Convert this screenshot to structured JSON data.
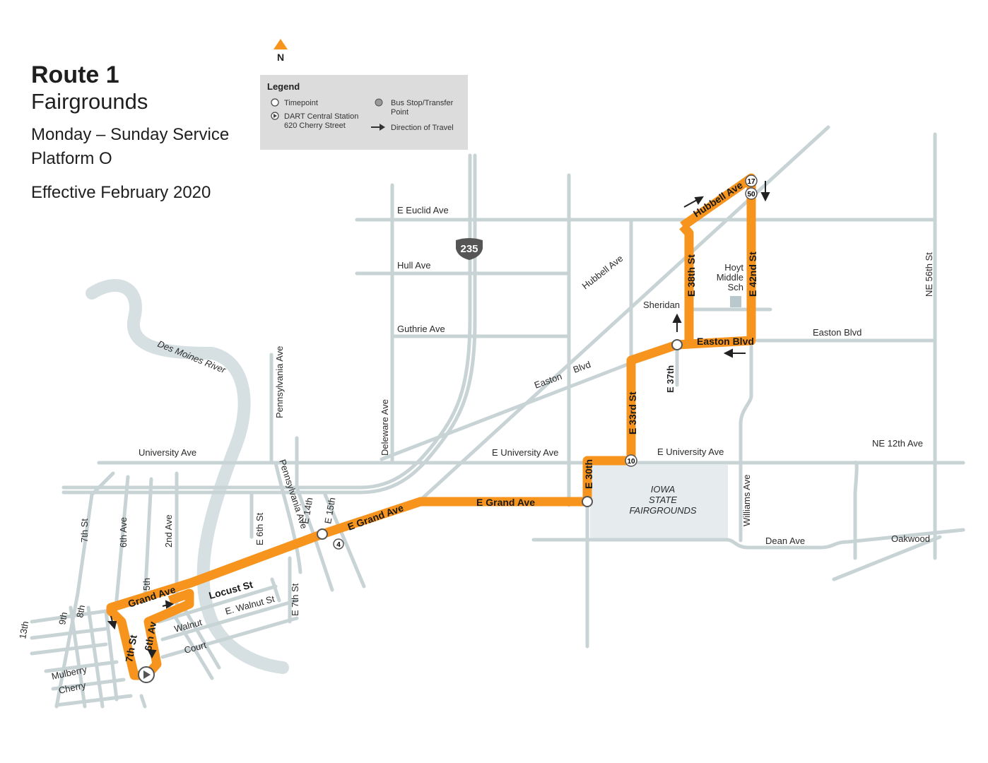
{
  "header": {
    "title": "Route 1",
    "subtitle": "Fairgrounds",
    "service": "Monday – Sunday Service",
    "platform": "Platform O",
    "effective": "Effective February 2020"
  },
  "north": "N",
  "legend": {
    "title": "Legend",
    "timepoint": "Timepoint",
    "central_station": "DART Central Station",
    "central_address": "620 Cherry Street",
    "bus_stop_1": "Bus Stop/Transfer",
    "bus_stop_2": "Point",
    "direction": "Direction of Travel"
  },
  "colors": {
    "route": "#f7941d",
    "street": "#c8d3d5",
    "river": "#d6e0e2",
    "fairgrounds": "#e6ecee",
    "legend_bg": "#dcdcdc"
  },
  "interstate": "235",
  "streets": {
    "euclid": "E Euclid Ave",
    "hull": "Hull Ave",
    "guthrie": "Guthrie Ave",
    "hubbell_diag": "Hubbell Ave",
    "river": "Des Moines River",
    "penn1": "Pennsylvania Ave",
    "delaware": "Deleware Ave",
    "easton": "Easton",
    "blvd": "Blvd",
    "university": "University Ave",
    "e_university": "E University Ave",
    "e_university2": "E University Ave",
    "ne12": "NE 12th Ave",
    "ne56": "NE 56th St",
    "sheridan": "Sheridan",
    "easton_e": "Easton Blvd",
    "e37": "E 37th",
    "williams": "Williams Ave",
    "dean": "Dean Ave",
    "oakwood": "Oakwood",
    "st7": "7th St",
    "av6": "6th Ave",
    "av2": "2nd Ave",
    "e6": "E 6th St",
    "penn2": "Pennsylvania Ave",
    "e14": "E 14th",
    "e15": "E 15th",
    "e7": "E 7th St",
    "fifth": "5th",
    "walnut": "Walnut",
    "court": "Court",
    "e_walnut": "E. Walnut St",
    "th13": "13th",
    "th9": "9th",
    "th8": "8th",
    "mulberry": "Mulberry",
    "cherry": "Cherry",
    "hoyt1": "Hoyt",
    "hoyt2": "Middle",
    "hoyt3": "Sch",
    "fair1": "IOWA",
    "fair2": "STATE",
    "fair3": "FAIRGROUNDS"
  },
  "route_labels": {
    "hubbell": "Hubbell Ave",
    "e38": "E 38th St",
    "e42": "E 42nd St",
    "easton": "Easton Blvd",
    "e33": "E 33rd St",
    "e30": "E 30th",
    "grand_e": "E Grand Ave",
    "grand_e2": "E Grand Ave",
    "grand": "Grand Ave",
    "locust": "Locust St",
    "st7": "7th St",
    "av6": "6th Av"
  },
  "bus_stops": {
    "s17": "17",
    "s50": "50",
    "s10": "10",
    "s4": "4"
  }
}
